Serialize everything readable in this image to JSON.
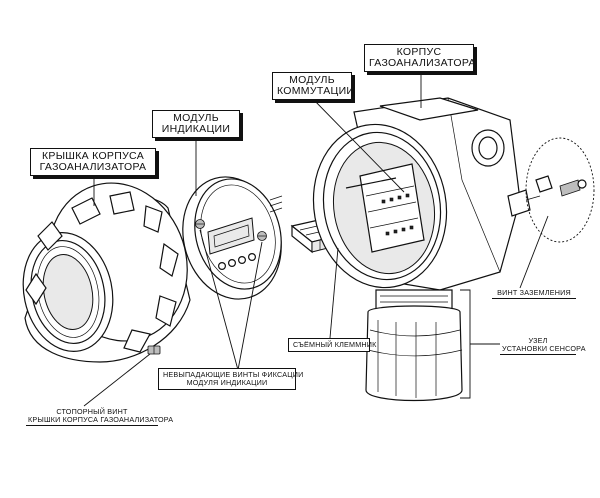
{
  "labels": {
    "housing": {
      "line1": "КОРПУС",
      "line2": "ГАЗОАНАЛИЗАТОРА"
    },
    "switch_module": {
      "line1": "МОДУЛЬ",
      "line2": "КОММУТАЦИИ"
    },
    "display_module": {
      "line1": "МОДУЛЬ",
      "line2": "ИНДИКАЦИИ"
    },
    "housing_cover": {
      "line1": "КРЫШКА КОРПУСА",
      "line2": "ГАЗОАНАЛИЗАТОРА"
    },
    "ground_screw": "ВИНТ ЗАЗЕМЛЕНИЯ",
    "terminal_block": "СЪЁМНЫЙ КЛЕММНИК",
    "sensor_unit": {
      "line1": "УЗЕЛ",
      "line2": "УСТАНОВКИ СЕНСОРА"
    },
    "captive_screws": {
      "line1": "НЕВЫПАДАЮЩИЕ ВИНТЫ ФИКСАЦИИ",
      "line2": "МОДУЛЯ ИНДИКАЦИИ"
    },
    "lock_screw": {
      "line1": "СТОПОРНЫЙ ВИНТ",
      "line2": "КРЫШКИ КОРПУСА ГАЗОАНАЛИЗАТОРА"
    }
  }
}
